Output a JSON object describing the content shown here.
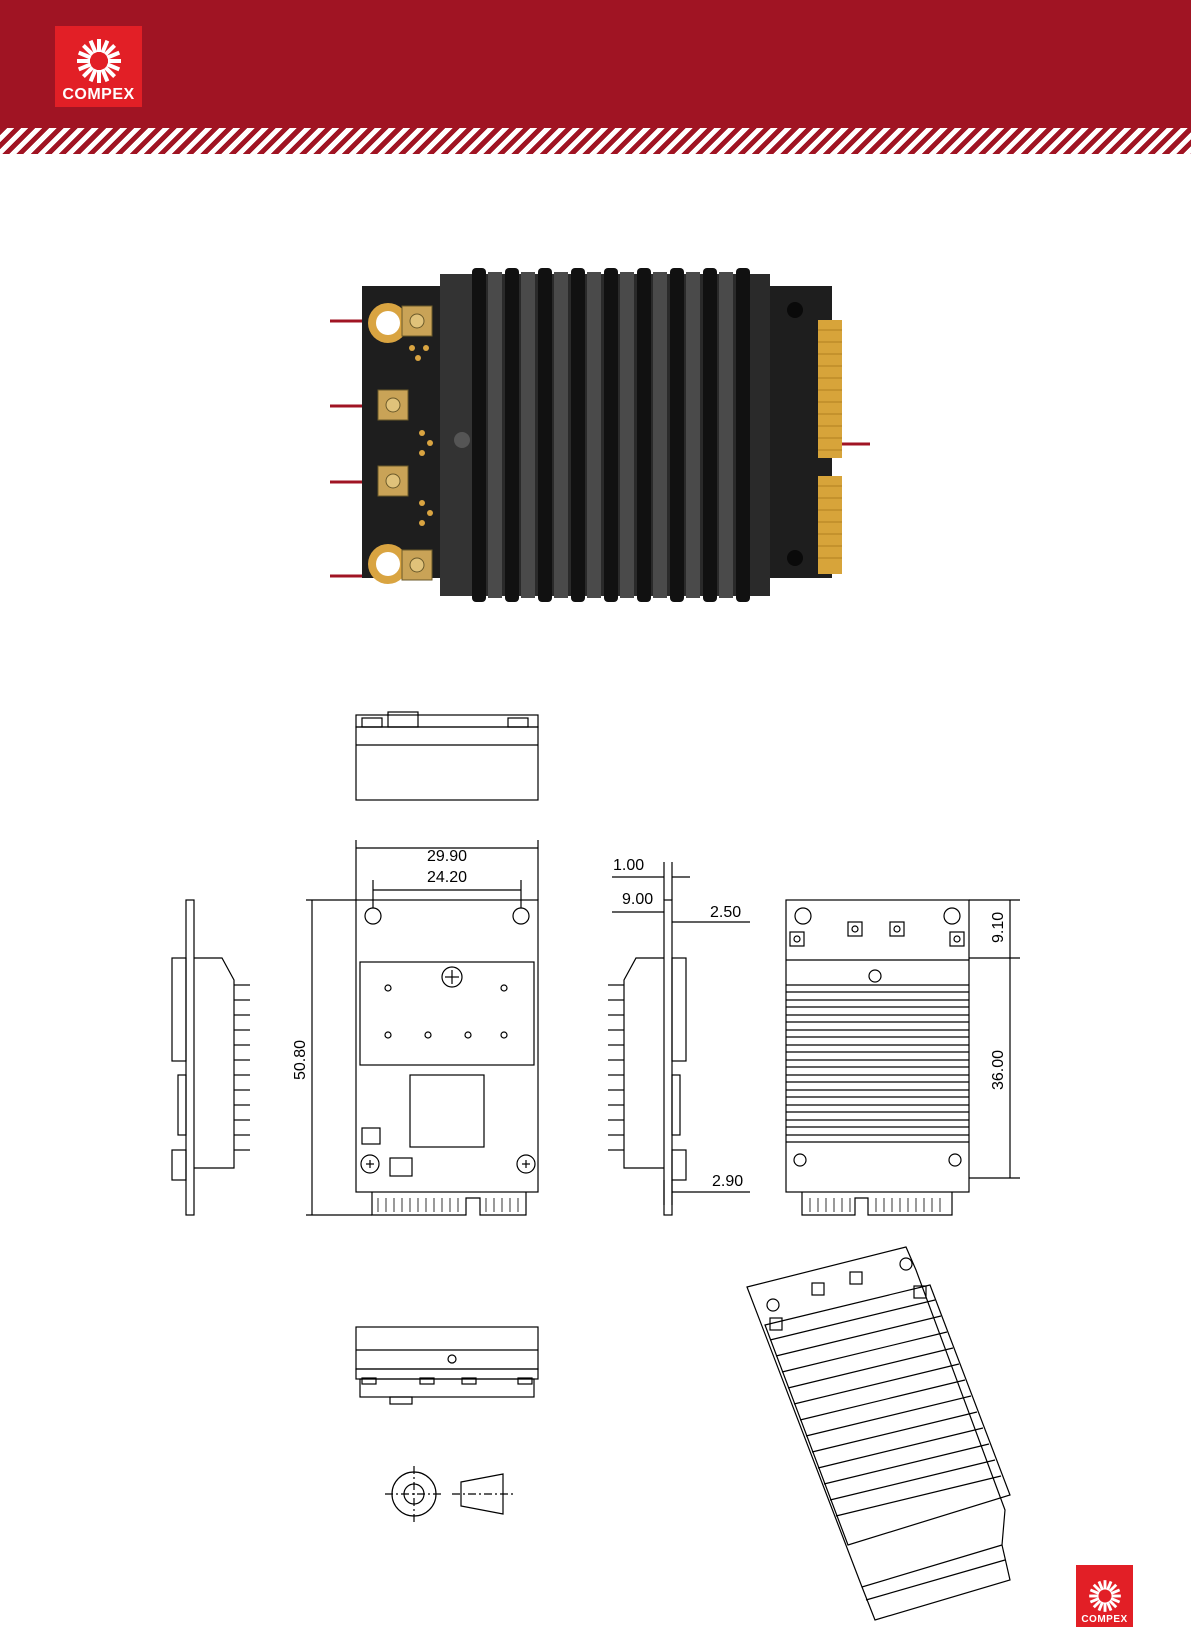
{
  "brand": {
    "logo_text": "COMPEX"
  },
  "photo": {
    "alt": "Mini PCIe wireless module with heatsink and four antenna connectors"
  },
  "dimensions": {
    "board_width": "29.90",
    "hole_spacing": "24.20",
    "board_length": "50.80",
    "side_thickness": "1.00",
    "side_height": "9.00",
    "side_offset": "2.50",
    "side_bottom": "2.90",
    "connector_zone": "9.10",
    "heatsink_length": "36.00"
  },
  "colors": {
    "header": "#a01423",
    "logo": "#e21f26",
    "leader": "#a01423"
  }
}
